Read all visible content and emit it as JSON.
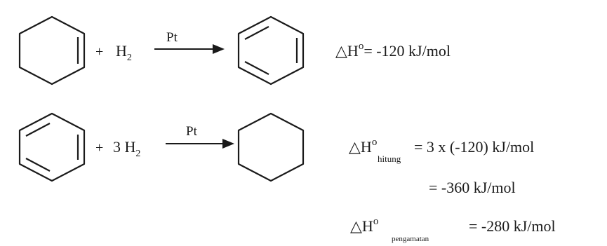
{
  "reaction_1": {
    "reactant_name": "cyclohexene",
    "plus": "+",
    "reagent": {
      "main": "H",
      "sub": "2"
    },
    "catalyst": "Pt",
    "product_name": "benzene",
    "enthalpy": {
      "delta": "△",
      "symbol": "H",
      "sup": "o",
      "value": "= -120 kJ/mol"
    }
  },
  "reaction_2": {
    "reactant_name": "benzene",
    "plus": "+",
    "reagent": {
      "main": "3 H",
      "sub": "2"
    },
    "catalyst": "Pt",
    "product_name": "cyclohexane",
    "enthalpy_calculated": {
      "delta": "△",
      "symbol": "H",
      "sup": "o",
      "sub": "hitung",
      "value": "= 3 x (-120) kJ/mol",
      "result": "= -360 kJ/mol"
    },
    "enthalpy_observed": {
      "delta": "△",
      "symbol": "H",
      "sup": "o",
      "sub": "pengamatan",
      "value": "= -280 kJ/mol"
    }
  },
  "colors": {
    "ink": "#1a1a1a",
    "background": "#ffffff"
  }
}
